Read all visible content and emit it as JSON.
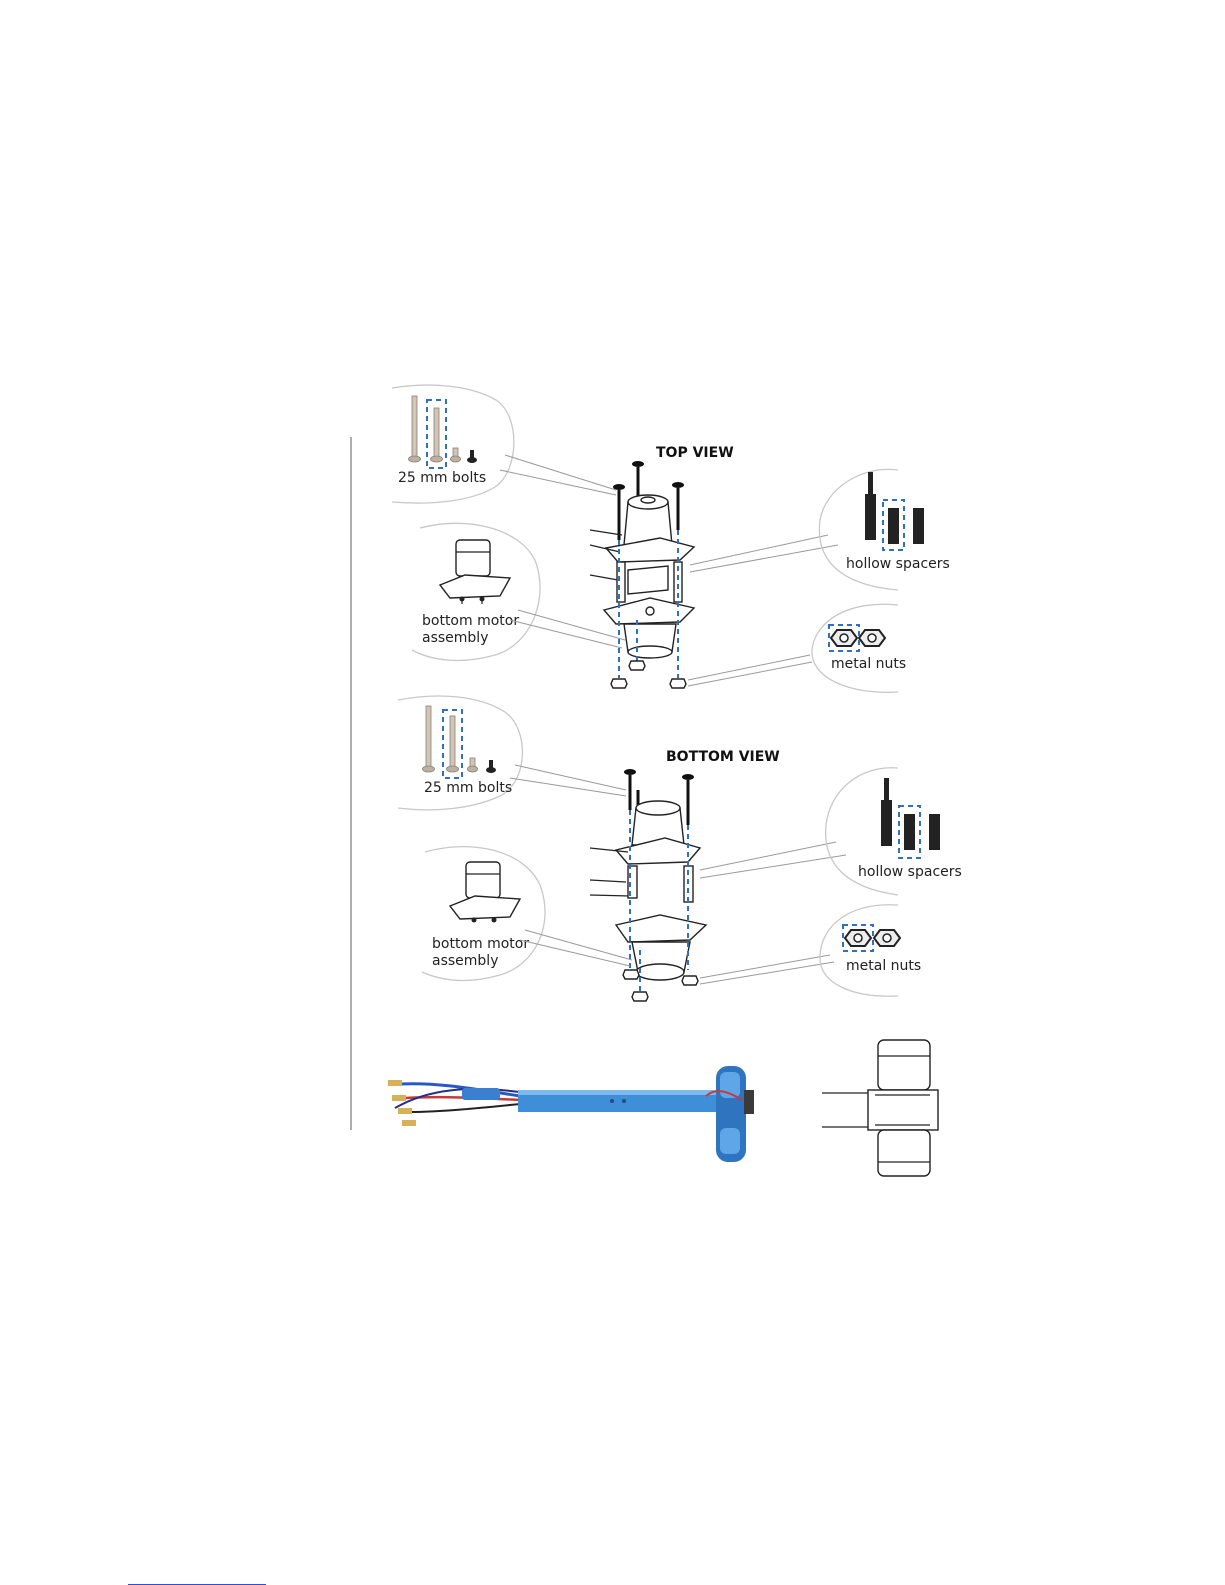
{
  "top_view": {
    "title": "TOP VIEW",
    "bolts_label": "25 mm bolts",
    "motor_label_line1": "bottom motor",
    "motor_label_line2": "assembly",
    "spacers_label": "hollow spacers",
    "nuts_label": "metal nuts"
  },
  "bottom_view": {
    "title": "BOTTOM VIEW",
    "bolts_label": "25 mm bolts",
    "motor_label_line1": "bottom motor",
    "motor_label_line2": "assembly",
    "spacers_label": "hollow spacers",
    "nuts_label": "metal nuts"
  },
  "colors": {
    "highlight_dash": "#2f6fc4",
    "arm_blue": "#3f8fd8",
    "callout_gray": "#c8c8c8"
  }
}
